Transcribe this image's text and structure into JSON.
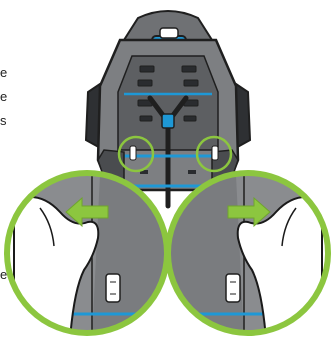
{
  "figure": {
    "subject": "car-seat-back-view",
    "action": "slide-side-panels-outward",
    "steps": [
      {
        "side": "left",
        "arrow_direction": "left"
      },
      {
        "side": "right",
        "arrow_direction": "right"
      }
    ]
  },
  "side_text_fragments": [
    "e",
    "e",
    "s",
    "",
    "e"
  ],
  "colors": {
    "seat_shell": "#7d7f82",
    "seat_dark": "#3f4144",
    "seat_outline": "#1f1f1f",
    "accent_blue": "#1e98d6",
    "highlight_green": "#8cc63f",
    "hand_fill": "#ffffff",
    "hand_outline": "#1a1a1a",
    "zoom_background": "#8a8c8f"
  }
}
